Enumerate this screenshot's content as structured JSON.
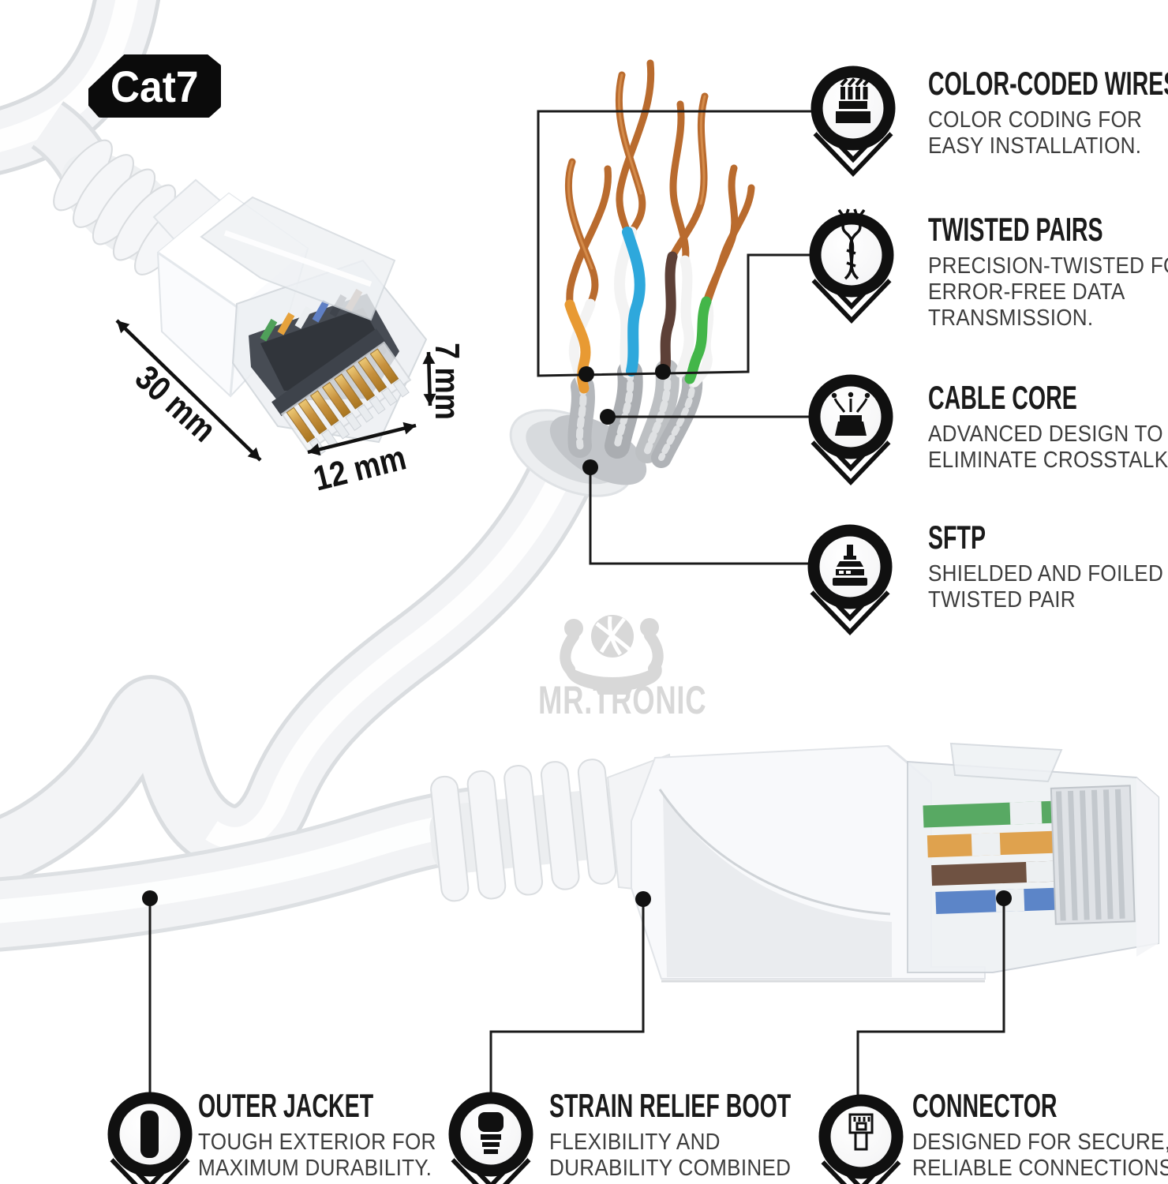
{
  "badge": {
    "label": "Cat7"
  },
  "watermark": {
    "brand": "MR.TRONIC"
  },
  "dimensions": {
    "length": "30 mm",
    "width": "12 mm",
    "height": "7 mm"
  },
  "features_right": [
    {
      "icon": "flat-cable-icon",
      "title": "COLOR-CODED WIRES",
      "lines": [
        "COLOR CODING FOR",
        "EASY INSTALLATION."
      ]
    },
    {
      "icon": "twisted-pair-icon",
      "title": "TWISTED PAIRS",
      "lines": [
        "PRECISION-TWISTED FOR",
        "ERROR-FREE DATA",
        "TRANSMISSION."
      ]
    },
    {
      "icon": "cable-core-icon",
      "title": "CABLE CORE",
      "lines": [
        "ADVANCED DESIGN TO",
        "ELIMINATE CROSSTALK."
      ]
    },
    {
      "icon": "sftp-icon",
      "title": "SFTP",
      "lines": [
        "SHIELDED AND FOILED",
        "TWISTED PAIR"
      ]
    }
  ],
  "features_bottom": [
    {
      "icon": "outer-jacket-icon",
      "title": "OUTER JACKET",
      "lines": [
        "TOUGH EXTERIOR FOR",
        "MAXIMUM DURABILITY."
      ]
    },
    {
      "icon": "strain-relief-boot-icon",
      "title": "STRAIN RELIEF BOOT",
      "lines": [
        "FLEXIBILITY AND",
        "DURABILITY COMBINED"
      ]
    },
    {
      "icon": "rj45-connector-icon",
      "title": "CONNECTOR",
      "lines": [
        "DESIGNED FOR SECURE,",
        "RELIABLE CONNECTIONS."
      ]
    }
  ],
  "colors": {
    "callout_line": "#1a1a1a",
    "copper": "#b96b2e",
    "wire_orange": "#e89a33",
    "wire_blue": "#2ea8dc",
    "wire_brown": "#5d4037",
    "wire_green": "#43b649",
    "foil_silver": "#b0b3b7",
    "gold_pins": "#c8923f",
    "watermark_gray": "#d8d8d8"
  }
}
